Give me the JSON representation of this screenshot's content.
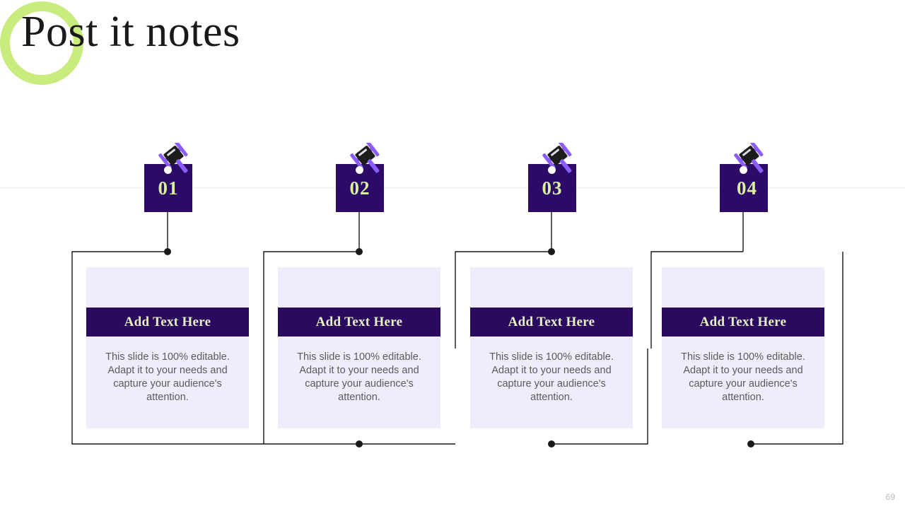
{
  "slide": {
    "title": "Post it notes",
    "page_number": "69",
    "accent_green": "#c9ec7e",
    "badge_purple": "#2b0a68",
    "banner_purple": "#2a0a5e",
    "card_lavender": "#f0ecfb",
    "badge_number_color": "#d9f0a0",
    "banner_text_color": "#e8eec4",
    "body_text_color": "#5b5b5b",
    "clip_bar_color": "#8b5cf6",
    "clip_body_color": "#1c1c1c"
  },
  "items": [
    {
      "number": "01",
      "heading": "Add Text Here",
      "body": "This slide is 100% editable. Adapt it to your needs and capture your audience's attention.",
      "icon": "binder-clip-icon"
    },
    {
      "number": "02",
      "heading": "Add Text Here",
      "body": "This slide is 100% editable. Adapt it to your needs and capture your audience's attention.",
      "icon": "binder-clip-icon"
    },
    {
      "number": "03",
      "heading": "Add Text Here",
      "body": "This slide is 100% editable. Adapt it to your needs and capture your audience's attention.",
      "icon": "binder-clip-icon"
    },
    {
      "number": "04",
      "heading": "Add Text Here",
      "body": "This slide is 100% editable. Adapt it to your needs and capture your audience's attention.",
      "icon": "binder-clip-icon"
    }
  ]
}
